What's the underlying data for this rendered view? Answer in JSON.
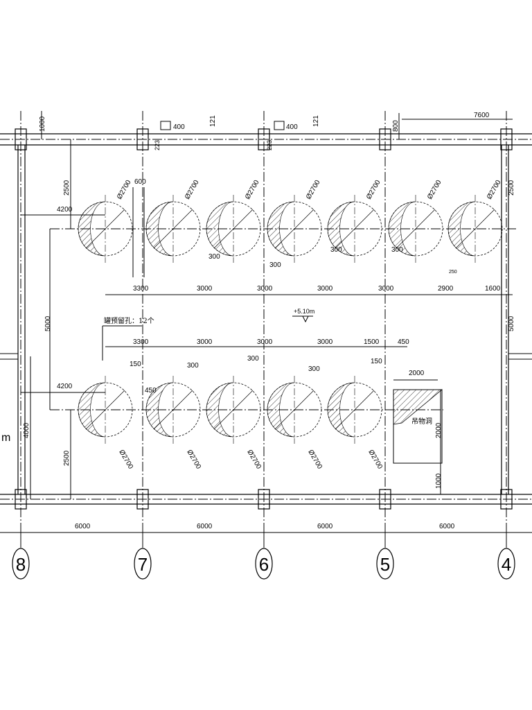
{
  "grid_axes": [
    "8",
    "7",
    "6",
    "5",
    "4"
  ],
  "bay_dims": [
    "6000",
    "6000",
    "6000",
    "6000"
  ],
  "top_row": {
    "tanks": [
      "Ø2700",
      "Ø2700",
      "Ø2700",
      "Ø2700",
      "Ø2700",
      "Ø2700",
      "Ø2700"
    ],
    "spacing_dims": [
      "3300",
      "3000",
      "3000",
      "3000",
      "3000",
      "2900",
      "1600"
    ],
    "offset_left": "4200",
    "edge_dim_left": "2500",
    "edge_dim_right": "2500",
    "gap_600": "600",
    "small_dims": [
      "300",
      "300",
      "300",
      "300"
    ],
    "tiny_dim": "250"
  },
  "bottom_row": {
    "tanks": [
      "Ø2700",
      "Ø2700",
      "Ø2700",
      "Ø2700",
      "Ø2700"
    ],
    "spacing_dims": [
      "3300",
      "3000",
      "3000",
      "3000",
      "1500",
      "450"
    ],
    "offset_left": "4200",
    "small_dims": [
      "150",
      "300",
      "300",
      "300",
      "150"
    ],
    "dim_450": "450",
    "edge_dim_left": "2500",
    "left_dim_4000": "4000",
    "hoist": {
      "label": "吊物洞",
      "width": "2000",
      "height": "2000",
      "offset": "1000"
    }
  },
  "middle": {
    "dim_5000_left": "5000",
    "dim_5000_right": "5000",
    "note": "罐预留孔：12个",
    "elevation": "+5.10m"
  },
  "top_labels": {
    "dims": [
      "1000",
      "400",
      "121",
      "400",
      "121",
      "800",
      "7600"
    ],
    "small": [
      "223",
      "223"
    ]
  },
  "left_edge_text": "m"
}
